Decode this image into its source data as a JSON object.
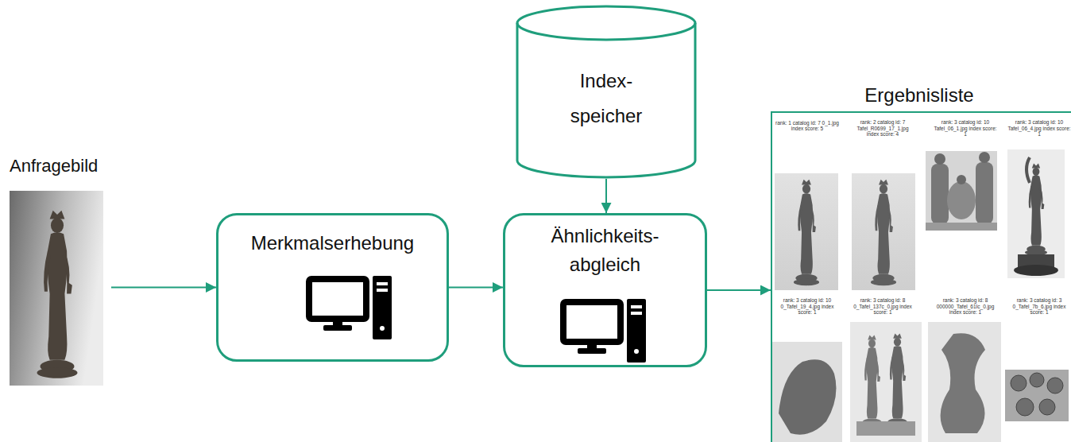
{
  "diagram": {
    "nodes": [
      {
        "text": [
          "Anfragebild"
        ]
      },
      {
        "text": [
          "Merkmalserhebung"
        ]
      },
      {
        "text": [
          "Index- speicher"
        ]
      },
      {
        "text": [
          "Ähnlichkeits- abgleich"
        ]
      },
      {
        "text": [
          "Ergebnisliste",
          "rank: 1 catalog id: 7 0_1.jpg index score: 5",
          "rank: 2 catalog id: 7 Tafel_R0699_17_1.jpg index score: 4",
          "rank: 3 catalog id: 10 Tafel_06_1.jpg index score: 1",
          "rank: 3 catalog id: 10 Tafel_06_4.jpg index score: 1",
          "rank: 3 catalog id: 10 0_Tafel_19_4.jpg index score: 1",
          "rank: 3 catalog id: 8 0_Tafel_137c_0.jpg index score: 1",
          "rank: 3 catalog id: 8 000000_Tafel_61Ic_0.jpg index score: 1",
          "rank: 3 catalog id: 3 0_Tafel_7b_6.jpg index score: 1"
        ]
      }
    ],
    "edges": [
      {
        "from": 0,
        "to": 1,
        "arrow": "to"
      },
      {
        "from": 1,
        "to": 3,
        "arrow": "to"
      },
      {
        "from": 2,
        "to": 3,
        "arrow": "to"
      },
      {
        "from": 3,
        "to": 4,
        "arrow": "to"
      }
    ]
  }
}
